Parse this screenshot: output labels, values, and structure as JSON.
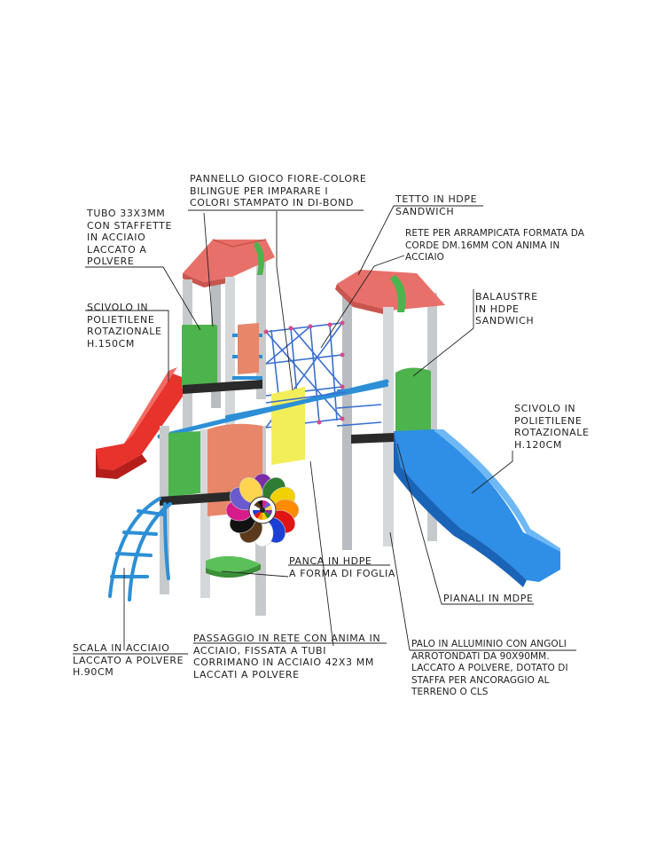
{
  "labels": {
    "panel": [
      "PANNELLO GIOCO FIORE-COLORE",
      "BILINGUE PER IMPARARE I",
      "COLORI STAMPATO IN DI-BOND"
    ],
    "tubo": [
      "TUBO 33X3MM",
      "CON STAFFETTE",
      "IN ACCIAIO",
      "LACCATO A",
      "POLVERE"
    ],
    "tetto": [
      "TETTO IN HDPE",
      "SANDWICH"
    ],
    "rete": [
      "RETE PER ARRAMPICATA FORMATA DA",
      "CORDE DM.16MM CON ANIMA IN",
      "ACCIAIO"
    ],
    "scivolo150": [
      "SCIVOLO IN",
      "POLIETILENE",
      "ROTAZIONALE",
      "H.150CM"
    ],
    "balaustre": [
      "BALAUSTRE",
      "IN HDPE",
      "SANDWICH"
    ],
    "scivolo120": [
      "SCIVOLO IN",
      "POLIETILENE",
      "ROTAZIONALE",
      "H.120CM"
    ],
    "panca": [
      "PANCA IN HDPE",
      "A FORMA DI FOGLIA"
    ],
    "pianali": [
      "PIANALI IN MDPE"
    ],
    "scala": [
      "SCALA IN ACCIAIO",
      "LACCATO A POLVERE",
      "H.90CM"
    ],
    "passaggio": [
      "PASSAGGIO IN RETE CON ANIMA IN",
      "ACCIAIO, FISSATA A TUBI",
      "CORRIMANO IN ACCIAIO 42X3 MM",
      "LACCATI A POLVERE"
    ],
    "palo": [
      "PALO IN ALLUMINIO CON ANGOLI",
      "ARROTONDATI DA 90X90MM.",
      "LACCATO A POLVERE, DOTATO DI",
      "STAFFA PER ANCORAGGIO AL",
      "TERRENO O CLS"
    ]
  },
  "colors": {
    "roof_red": "#e8706a",
    "slide_red": "#e8322c",
    "slide_blue": "#2f8ee6",
    "panel_green": "#4db34d",
    "panel_salmon": "#e8866a",
    "panel_yellow": "#f2ee5a",
    "steel_blue": "#2c8fd6",
    "post_grey": "#b9bcc0",
    "net_blue": "#3a6fd0",
    "leaf_green": "#5cc05a"
  },
  "flower_petals": [
    "#7b2da8",
    "#2e7d32",
    "#f2d100",
    "#ff8c00",
    "#e11414",
    "#1c3fd6",
    "#ffffff",
    "#5a3a1a",
    "#111111",
    "#d81b8b",
    "#6a5acd",
    "#ffd54f"
  ]
}
